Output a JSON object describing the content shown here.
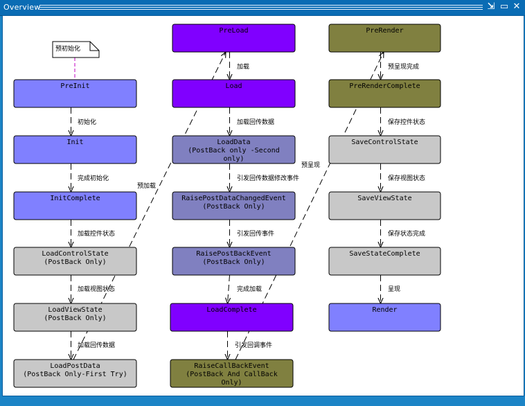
{
  "window": {
    "title": "Overview",
    "buttons": {
      "pin": "⇲",
      "dock": "▭",
      "close": "✕"
    }
  },
  "note": {
    "label": "预初始化"
  },
  "nodes": [
    {
      "id": "preinit",
      "lines": [
        "PreInit"
      ],
      "fill": "#8080ff"
    },
    {
      "id": "init",
      "lines": [
        "Init"
      ],
      "fill": "#8080ff"
    },
    {
      "id": "initcomplete",
      "lines": [
        "InitComplete"
      ],
      "fill": "#8080ff"
    },
    {
      "id": "loadcontrolstate",
      "lines": [
        "LoadControlState",
        "(PostBack Only)"
      ],
      "fill": "#c8c8c8"
    },
    {
      "id": "loadviewstate",
      "lines": [
        "LoadViewState",
        "(PostBack Only)"
      ],
      "fill": "#c8c8c8"
    },
    {
      "id": "loadpostdata",
      "lines": [
        "LoadPostData",
        "(PostBack Only-First Try)"
      ],
      "fill": "#c8c8c8"
    },
    {
      "id": "preload",
      "lines": [
        "PreLoad"
      ],
      "fill": "#8000ff"
    },
    {
      "id": "load",
      "lines": [
        "Load"
      ],
      "fill": "#8000ff"
    },
    {
      "id": "loaddata",
      "lines": [
        "LoadData",
        "(PostBack only -Second",
        "only)"
      ],
      "fill": "#8080c0"
    },
    {
      "id": "raisepostdata",
      "lines": [
        "RaisePostDataChangedEvent",
        "(PostBack Only)"
      ],
      "fill": "#8080c0"
    },
    {
      "id": "raisepostback",
      "lines": [
        "RaisePostBackEvent",
        "(PostBack Only)"
      ],
      "fill": "#8080c0"
    },
    {
      "id": "loadcomplete",
      "lines": [
        "LoadComplete"
      ],
      "fill": "#8000ff"
    },
    {
      "id": "raisecallback",
      "lines": [
        "RaiseCallBackEvent",
        "(PostBack And CallBack",
        "Only)"
      ],
      "fill": "#808040"
    },
    {
      "id": "prerender",
      "lines": [
        "PreRender"
      ],
      "fill": "#808040"
    },
    {
      "id": "prerendercomplete",
      "lines": [
        "PreRenderComplete"
      ],
      "fill": "#808040"
    },
    {
      "id": "savecontrolstate",
      "lines": [
        "SaveControlState"
      ],
      "fill": "#c8c8c8"
    },
    {
      "id": "saveviewstate",
      "lines": [
        "SaveViewState"
      ],
      "fill": "#c8c8c8"
    },
    {
      "id": "savestatecomplete",
      "lines": [
        "SaveStateComplete"
      ],
      "fill": "#c8c8c8"
    },
    {
      "id": "render",
      "lines": [
        "Render"
      ],
      "fill": "#8080ff"
    }
  ],
  "edges": [
    {
      "from": "preinit",
      "to": "init",
      "label": "初始化"
    },
    {
      "from": "init",
      "to": "initcomplete",
      "label": "完成初始化"
    },
    {
      "from": "initcomplete",
      "to": "loadcontrolstate",
      "label": "加载控件状态"
    },
    {
      "from": "loadcontrolstate",
      "to": "loadviewstate",
      "label": "加载视图状态"
    },
    {
      "from": "loadviewstate",
      "to": "loadpostdata",
      "label": "加载回传数据"
    },
    {
      "from": "loadpostdata",
      "to": "preload",
      "label": "预加载"
    },
    {
      "from": "preload",
      "to": "load",
      "label": "加载"
    },
    {
      "from": "load",
      "to": "loaddata",
      "label": "加载回传数据"
    },
    {
      "from": "loaddata",
      "to": "raisepostdata",
      "label": "引发回传数据修改事件"
    },
    {
      "from": "raisepostdata",
      "to": "raisepostback",
      "label": "引发回传事件"
    },
    {
      "from": "raisepostback",
      "to": "loadcomplete",
      "label": "完成加载"
    },
    {
      "from": "loadcomplete",
      "to": "raisecallback",
      "label": "引发回调事件"
    },
    {
      "from": "raisecallback",
      "to": "prerender",
      "label": "预呈现"
    },
    {
      "from": "prerender",
      "to": "prerendercomplete",
      "label": "预呈现完成"
    },
    {
      "from": "prerendercomplete",
      "to": "savecontrolstate",
      "label": "保存控件状态"
    },
    {
      "from": "savecontrolstate",
      "to": "saveviewstate",
      "label": "保存视图状态"
    },
    {
      "from": "saveviewstate",
      "to": "savestatecomplete",
      "label": "保存状态完成"
    },
    {
      "from": "savestatecomplete",
      "to": "render",
      "label": "呈现"
    }
  ]
}
